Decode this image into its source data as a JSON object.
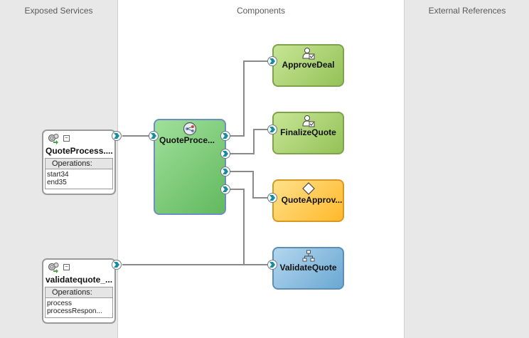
{
  "lanes": {
    "exposed_services": "Exposed Services",
    "components": "Components",
    "external_references": "External References"
  },
  "services": [
    {
      "title": "QuoteProcess....",
      "operations_label": "Operations:",
      "operations": [
        "start34",
        "end35"
      ]
    },
    {
      "title": "validatequote_...",
      "operations_label": "Operations:",
      "operations": [
        "process",
        "processRespon..."
      ]
    }
  ],
  "process": {
    "label": "QuoteProce...",
    "icon": "bpel-process-icon"
  },
  "references": [
    {
      "label": "ApproveDeal",
      "icon": "human-task-icon"
    },
    {
      "label": "FinalizeQuote",
      "icon": "human-task-icon"
    },
    {
      "label": "QuoteApprov...",
      "icon": "business-rule-icon"
    },
    {
      "label": "ValidateQuote",
      "icon": "mediator-icon"
    }
  ],
  "colors": {
    "lane_gray": "#e8e8e8",
    "process_green": "#7dc87a",
    "task_green": "#a9cf6c",
    "rule_orange": "#ffc94d",
    "mediator_blue": "#7fb5d9",
    "wire": "#8a8a8a"
  }
}
